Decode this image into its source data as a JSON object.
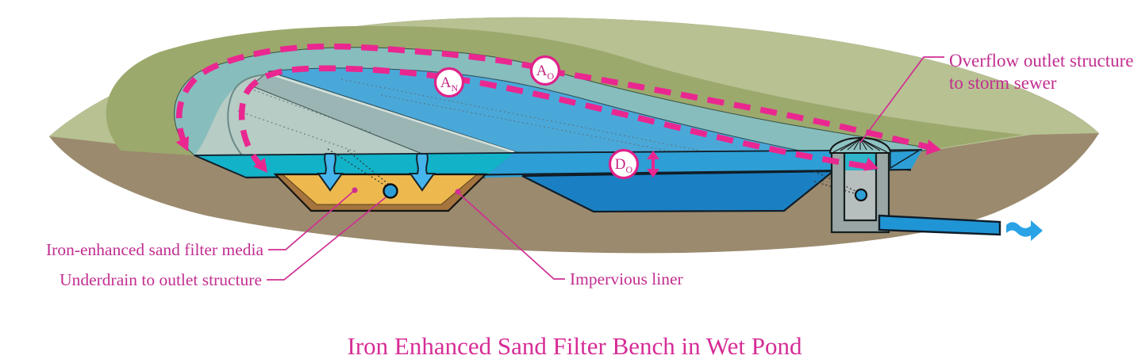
{
  "title": "Iron Enhanced Sand Filter Bench in Wet Pond",
  "labels": {
    "overflow_line1": "Overflow outlet structure",
    "overflow_line2": "to storm sewer",
    "iron_media": "Iron-enhanced sand filter media",
    "underdrain": "Underdrain to outlet structure",
    "impervious": "Impervious liner"
  },
  "badges": {
    "an": {
      "main": "A",
      "sub": "N"
    },
    "ao": {
      "main": "A",
      "sub": "O"
    },
    "do": {
      "main": "D",
      "sub": "O"
    }
  },
  "colors": {
    "soil": "#9b8a6e",
    "green_light": "#b7c192",
    "green_olive": "#9ca96d",
    "pond_ring_teal": "#87bdbd",
    "bench_surface": "#b6ccc5",
    "bench_slope": "#9bb5b4",
    "bench_slope_edge": "#d4e0da",
    "open_water": "#4aa8d9",
    "band_teal": "#12b2c9",
    "band_blue": "#2d9fd6",
    "deep_pool": "#1a80c3",
    "sand": "#edb94f",
    "liner": "#a5743f",
    "structure_gray": "#9aa5a5",
    "structure_inner": "#b6bebe",
    "structure_water": "#2fb4ca",
    "dome_fill": "#8fc2c2",
    "pipe_blue": "#2095d5",
    "flow_arrow_blue": "#45b5ec",
    "outflow_arrow_blue": "#2aa3e6",
    "magenta_dash": "#ea2790",
    "magenta_text": "#c22e90",
    "magenta_title": "#d62d96",
    "badge_stroke": "#e0218a"
  }
}
